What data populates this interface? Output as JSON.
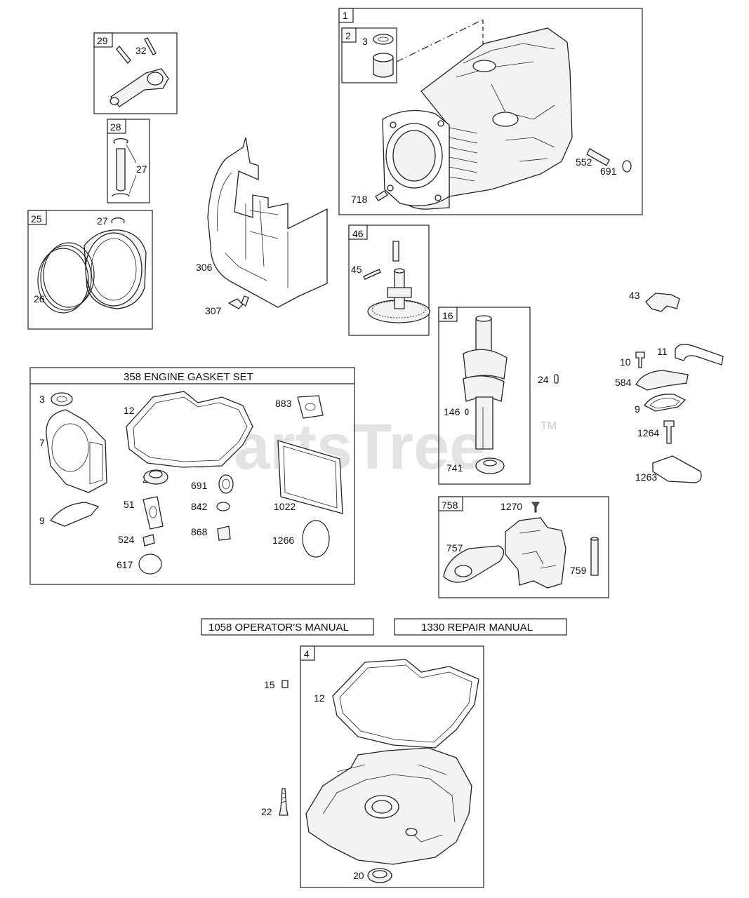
{
  "watermark": {
    "text": "PartsTree",
    "tm": "TM"
  },
  "headers": {
    "gasket_set": "358 ENGINE GASKET SET",
    "operators_manual": "1058 OPERATOR'S MANUAL",
    "repair_manual": "1330 REPAIR MANUAL"
  },
  "groups": {
    "g1": "1",
    "g2": "2",
    "g29": "29",
    "g28": "28",
    "g25": "25",
    "g46": "46",
    "g16": "16",
    "g758": "758",
    "g4": "4"
  },
  "labels": {
    "p3_top": "3",
    "p32": "32",
    "p27a": "27",
    "p27b": "27",
    "p26": "26",
    "p306": "306",
    "p307": "307",
    "p552": "552",
    "p691_top": "691",
    "p718": "718",
    "p45": "45",
    "p43": "43",
    "p10": "10",
    "p11": "11",
    "p584": "584",
    "p9_right": "9",
    "p1264": "1264",
    "p1263": "1263",
    "p24": "24",
    "p146": "146",
    "p741": "741",
    "p1270": "1270",
    "p757": "757",
    "p759": "759",
    "g_3": "3",
    "g_12": "12",
    "g_883": "883",
    "g_7": "7",
    "g_20": "20",
    "g_691": "691",
    "g_51": "51",
    "g_842": "842",
    "g_1022": "1022",
    "g_9": "9",
    "g_524": "524",
    "g_868": "868",
    "g_1266": "1266",
    "g_617": "617",
    "p15": "15",
    "p12_bottom": "12",
    "p22": "22",
    "p20_bottom": "20"
  }
}
